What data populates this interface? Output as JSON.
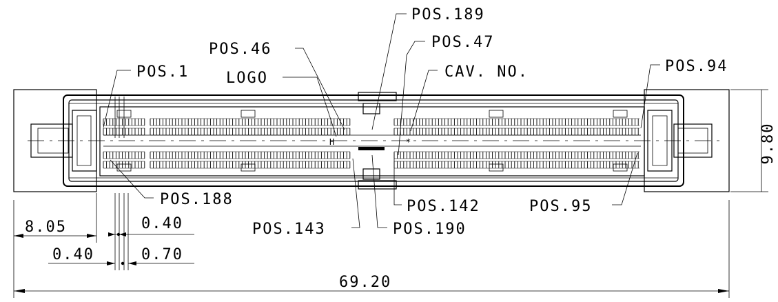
{
  "callouts": {
    "pos1": "POS.1",
    "pos46": "POS.46",
    "logo": "LOGO",
    "pos189": "POS.189",
    "pos47": "POS.47",
    "cav_no": "CAV. NO.",
    "pos94": "POS.94",
    "pos188": "POS.188",
    "pos143": "POS.143",
    "pos190": "POS.190",
    "pos142": "POS.142",
    "pos95": "POS.95"
  },
  "dimensions": {
    "height": "9.80",
    "left_offset": "8.05",
    "pitch_a": "0.40",
    "pitch_b": "0.40",
    "pitch_c": "0.70",
    "overall_width": "69.20"
  },
  "colors": {
    "line": "#000000",
    "background": "#ffffff",
    "body_fill": "#ffffff"
  }
}
